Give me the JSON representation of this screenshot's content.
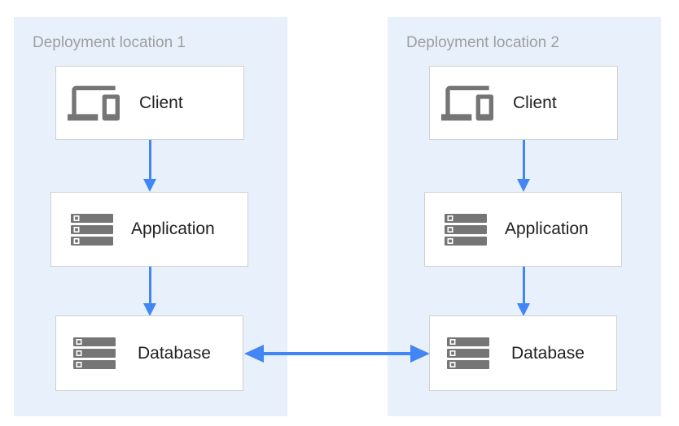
{
  "diagram": {
    "regions": [
      {
        "label": "Deployment location 1",
        "nodes": [
          {
            "label": "Client",
            "icon": "devices-icon"
          },
          {
            "label": "Application",
            "icon": "server-stack-icon"
          },
          {
            "label": "Database",
            "icon": "server-stack-icon"
          }
        ]
      },
      {
        "label": "Deployment location 2",
        "nodes": [
          {
            "label": "Client",
            "icon": "devices-icon"
          },
          {
            "label": "Application",
            "icon": "server-stack-icon"
          },
          {
            "label": "Database",
            "icon": "server-stack-icon"
          }
        ]
      }
    ],
    "connections": [
      {
        "id": "region1-client-to-application",
        "type": "arrow-down"
      },
      {
        "id": "region1-application-to-database",
        "type": "arrow-down"
      },
      {
        "id": "region2-client-to-application",
        "type": "arrow-down"
      },
      {
        "id": "region2-application-to-database",
        "type": "arrow-down"
      },
      {
        "id": "database1-to-database2",
        "type": "arrow-bidirectional"
      }
    ],
    "colors": {
      "region_background": "#E8F1FB",
      "node_background": "#FFFFFF",
      "node_border": "#D0D0D0",
      "arrow": "#4285F4",
      "icon": "#757575",
      "region_label_text": "#9E9E9E",
      "node_label_text": "#212121"
    }
  }
}
